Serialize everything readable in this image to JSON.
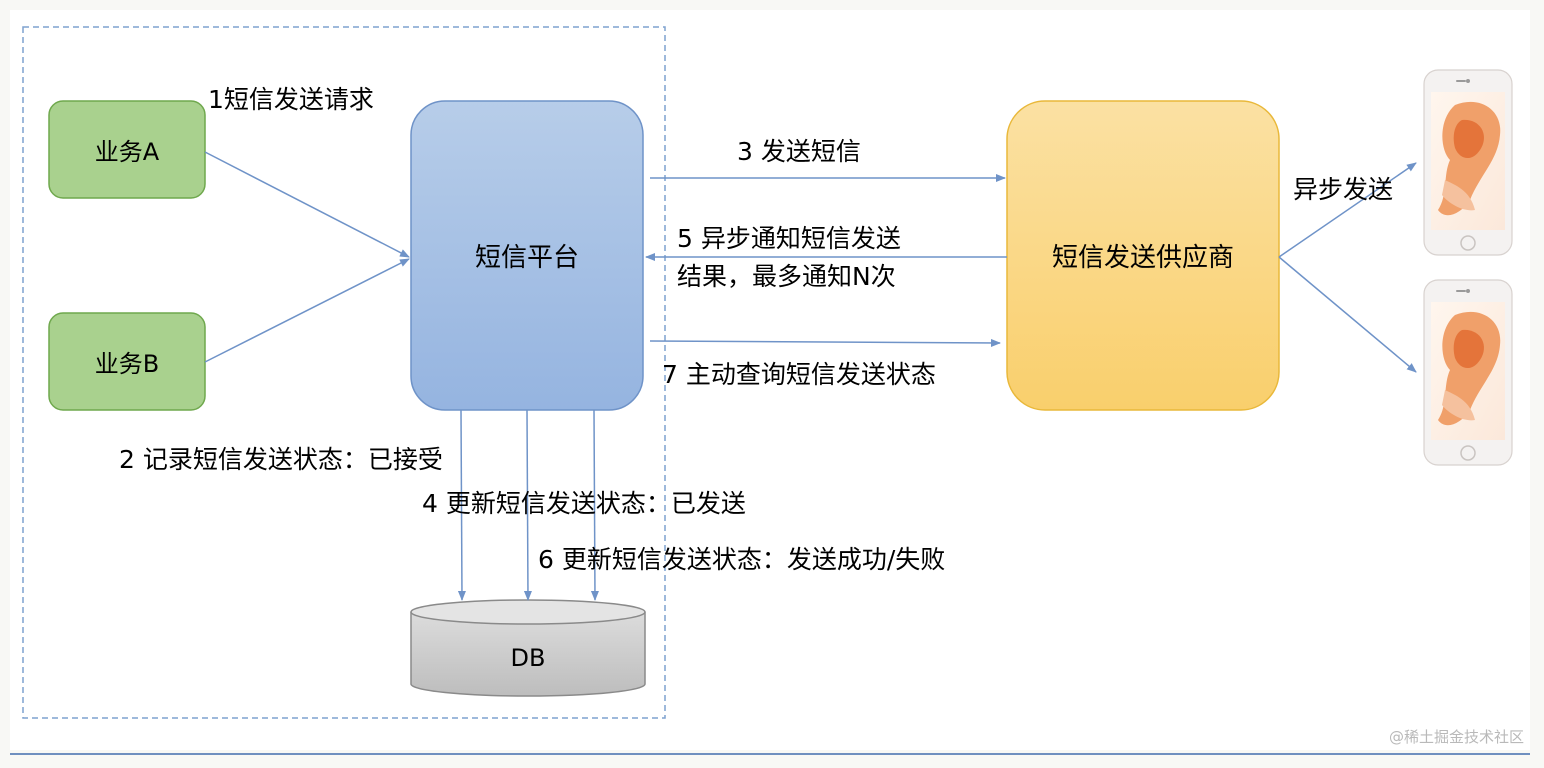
{
  "nodes": {
    "business_a": "业务A",
    "business_b": "业务B",
    "sms_platform": "短信平台",
    "provider": "短信发送供应商",
    "db": "DB"
  },
  "edges": {
    "step1": "1短信发送请求",
    "step2": "2 记录短信发送状态：已接受",
    "step3": "3 发送短信",
    "step4": "4 更新短信发送状态：已发送",
    "step5_line1": "5 异步通知短信发送",
    "step5_line2": "结果，最多通知N次",
    "step6": "6 更新短信发送状态：发送成功/失败",
    "step7": "7 主动查询短信发送状态",
    "async_send": "异步发送"
  },
  "watermark": "@稀土掘金技术社区",
  "colors": {
    "business_fill": "#a9d18e",
    "business_stroke": "#6fa84d",
    "platform_fill": "#a9c2e6",
    "platform_stroke": "#6f93c8",
    "provider_fill": "#fbd98a",
    "provider_stroke": "#e9b83a",
    "db_fill": "#cfcfcf",
    "db_stroke": "#8a8a8a",
    "arrow": "#6f93c8",
    "dashed_border": "#7fa2cf"
  }
}
